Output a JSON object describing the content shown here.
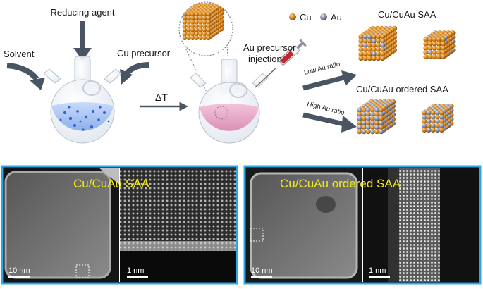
{
  "labels": {
    "reducing_agent": "Reducing agent",
    "solvent": "Solvent",
    "cu_precursor": "Cu precursor",
    "delta_t": "ΔT",
    "au_precursor_line1": "Au precursor",
    "au_precursor_line2": "injection",
    "low_au_ratio": "Low Au ratio",
    "high_au_ratio": "High Au ratio",
    "legend_cu": "Cu",
    "legend_au": "Au",
    "product_saa": "Cu/CuAu SAA",
    "product_ordered_saa": "Cu/CuAu ordered SAA"
  },
  "panels": {
    "left": {
      "title": "Cu/CuAu SAA",
      "scale_overview": "10 nm",
      "scale_atomic": "1 nm"
    },
    "right": {
      "title": "Cu/CuAu ordered SAA",
      "scale_overview": "10 nm",
      "scale_atomic": "1 nm"
    }
  },
  "colors": {
    "cu": "#d9861e",
    "au": "#8d93a6",
    "panel_border": "#2ea7e0",
    "panel_title": "#f2ea1e",
    "arrow": "#4a5563",
    "solution_blue": "#a9c4f0",
    "solution_pink": "#e7a6c6"
  }
}
